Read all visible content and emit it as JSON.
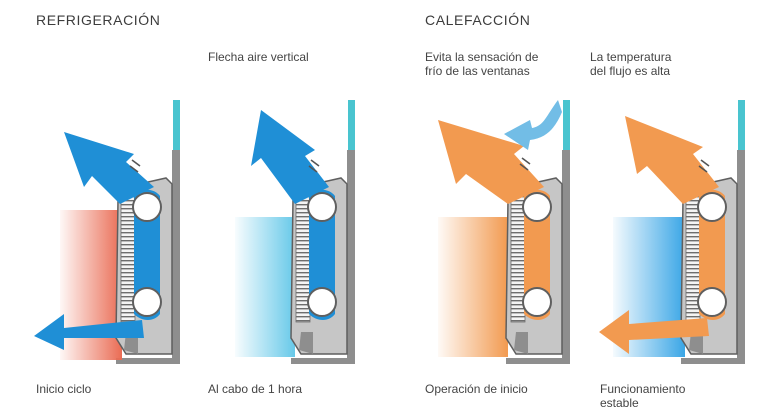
{
  "sections": {
    "cooling": "REFRIGERACIÓN",
    "heating": "CALEFACCIÓN"
  },
  "colors": {
    "wall": "#8e8e8e",
    "window": "#49c4cf",
    "unit_body": "#c6c6c6",
    "cool_airflow": "#1f8fd6",
    "heat_airflow": "#f29a50",
    "cool_blue_light": "#67c9e9",
    "warm_red": "#ea6c54"
  },
  "panels": [
    {
      "top_label": "",
      "bottom_label": "Inicio ciclo"
    },
    {
      "top_label": "Flecha aire vertical",
      "bottom_label": "Al cabo de 1 hora"
    },
    {
      "top_label": "Evita la sensación de\nfrío de las ventanas",
      "bottom_label": "Operación de inicio"
    },
    {
      "top_label": "La temperatura\ndel flujo es alta",
      "bottom_label": "Funcionamiento\nestable"
    }
  ]
}
